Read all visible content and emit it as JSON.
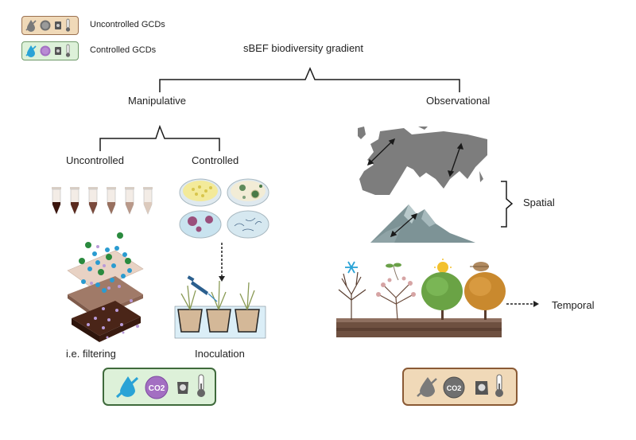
{
  "legend": {
    "items": [
      {
        "label": "Uncontrolled GCDs",
        "icons": [
          "water-crossed-icon",
          "co2-icon",
          "soil-bag-icon",
          "thermometer-icon"
        ],
        "color": "#f0d9b8"
      },
      {
        "label": "Controlled GCDs",
        "icons": [
          "water-crossed-icon",
          "co2-icon",
          "soil-bag-icon",
          "thermometer-icon"
        ],
        "color": "#ddf1d9"
      }
    ],
    "co2_text": "CO2"
  },
  "root": {
    "title": "sBEF biodiversity gradient"
  },
  "branches": {
    "manipulative": {
      "label": "Manipulative",
      "uncontrolled": {
        "label": "Uncontrolled",
        "caption": "i.e. filtering"
      },
      "controlled": {
        "label": "Controlled",
        "caption": "Inoculation"
      },
      "gcd_box": {
        "type": "Controlled GCDs",
        "co2_text": "CO2"
      }
    },
    "observational": {
      "label": "Observational",
      "spatial": {
        "label": "Spatial"
      },
      "temporal": {
        "label": "Temporal",
        "seasons": [
          "winter-snowflake",
          "spring-sprout",
          "summer-sun",
          "autumn-leaf"
        ]
      },
      "gcd_box": {
        "type": "Uncontrolled GCDs",
        "co2_text": "CO2"
      }
    }
  },
  "colors": {
    "controlled_bg": "#ddf1d9",
    "uncontrolled_bg": "#f0d9b8",
    "water_controlled": "#2aa3d6",
    "co2_controlled": "#a36fc2",
    "gray_icon": "#6b6b6b",
    "map_gray": "#7d7d7d"
  }
}
